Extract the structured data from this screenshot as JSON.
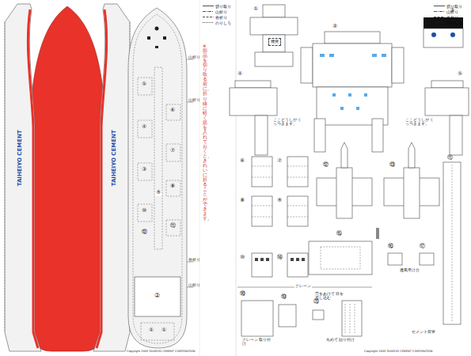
{
  "diagram": {
    "nodes": [
      {
        "text": [
          "煙突"
        ]
      }
    ],
    "labels": [
      "TAIHEIYO CEMENT",
      "TAIHEIYO CEMENT",
      "⑤",
      "⑥",
      "④",
      "⑦",
      "③",
      "⑧",
      "⑨",
      "⑩",
      "⑪",
      "⑫",
      "②",
      "①",
      "①",
      "山折り",
      "山折り",
      "谷折り",
      "山折り",
      "※部品を切り取る前に、折り線に軽く筋を入れておくと、きれいに折ることができます。",
      "Copyright 2005 TAIHEIYO CEMENT CORPORATION",
      "①",
      "②",
      "③",
      "④",
      "⑤",
      "ここどうしが くっつきます。",
      "ここどうしが くっつきます。",
      "⑥",
      "⑦",
      "⑧",
      "⑨",
      "⑫",
      "⑬",
      "⑪",
      "⑩",
      "⑭",
      "⑮",
      "⑯",
      "⑰",
      "通風受け台",
      "クレーン",
      "穴をあけて 目を差し込む",
      "⑱",
      "⑲",
      "⑳",
      "クレーン 取り付け",
      "丸めて 貼り付け",
      "セメント荷管",
      "Copyright 2005 TAIHEIYO CEMENT CORPORATION"
    ],
    "legend": [
      {
        "text": "切り取り"
      },
      {
        "text": "山折り"
      },
      {
        "text": "谷折り"
      },
      {
        "text": "のりしろ"
      },
      {
        "text": "切り取り"
      },
      {
        "text": "山折り"
      },
      {
        "text": "谷折り"
      },
      {
        "text": "のりしろ"
      }
    ]
  }
}
